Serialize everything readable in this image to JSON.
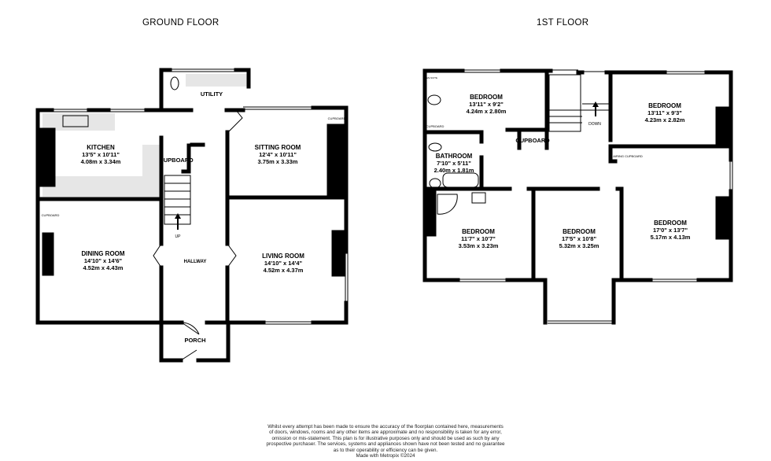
{
  "ground_floor": {
    "title": "GROUND FLOOR",
    "rooms": [
      {
        "name": "KITCHEN",
        "imperial": "13'5\"  x 10'11\"",
        "metric": "4.08m  x 3.34m"
      },
      {
        "name": "SITTING ROOM",
        "imperial": "12'4\"  x 10'11\"",
        "metric": "3.75m  x 3.33m"
      },
      {
        "name": "DINING ROOM",
        "imperial": "14'10\"  x 14'6\"",
        "metric": "4.52m  x 4.43m"
      },
      {
        "name": "LIVING ROOM",
        "imperial": "14'10\"  x 14'4\"",
        "metric": "4.52m  x 4.37m"
      }
    ],
    "labels": {
      "utility": "UTILITY",
      "cupboard": "CUPBOARD",
      "hallway": "HALLWAY",
      "porch": "PORCH",
      "up": "UP",
      "cupboard_small": "CUPBOARD",
      "cupboard_dining": "CUPBOARD"
    }
  },
  "first_floor": {
    "title": "1ST FLOOR",
    "rooms": [
      {
        "name": "BEDROOM",
        "imperial": "13'11\"  x 9'2\"",
        "metric": "4.24m  x 2.80m"
      },
      {
        "name": "BEDROOM",
        "imperial": "13'11\"  x 9'3\"",
        "metric": "4.23m  x 2.82m"
      },
      {
        "name": "BATHROOM",
        "imperial": "7'10\"  x 5'11\"",
        "metric": "2.40m  x 1.81m"
      },
      {
        "name": "BEDROOM",
        "imperial": "11'7\"  x 10'7\"",
        "metric": "3.53m  x 3.23m"
      },
      {
        "name": "BEDROOM",
        "imperial": "17'5\"  x 10'8\"",
        "metric": "5.32m  x 3.25m"
      },
      {
        "name": "BEDROOM",
        "imperial": "17'0\"  x 13'7\"",
        "metric": "5.17m  x 4.13m"
      }
    ],
    "labels": {
      "cupboard": "CUPBOARD",
      "down": "DOWN",
      "airing_cupboard": "AIRING CUPBOARD",
      "cupboard_ensuite": "CUPBOARD",
      "ensuite": "EN-SUITE"
    }
  },
  "disclaimer": {
    "lines": [
      "Whilst every attempt has been made to ensure the accuracy of the floorplan contained here, measurements",
      "of doors, windows, rooms and any other items are approximate and no responsibility is taken for any error,",
      "omission or mis-statement. This plan is for illustrative purposes only and should be used as such by any",
      "prospective purchaser. The services, systems and appliances shown have not been tested and no guarantee",
      "as to their operability or efficiency can be given."
    ],
    "credit": "Made with Metropix ©2024"
  },
  "colors": {
    "wall": "#000000",
    "fitted_units": "#e6e6e6"
  }
}
